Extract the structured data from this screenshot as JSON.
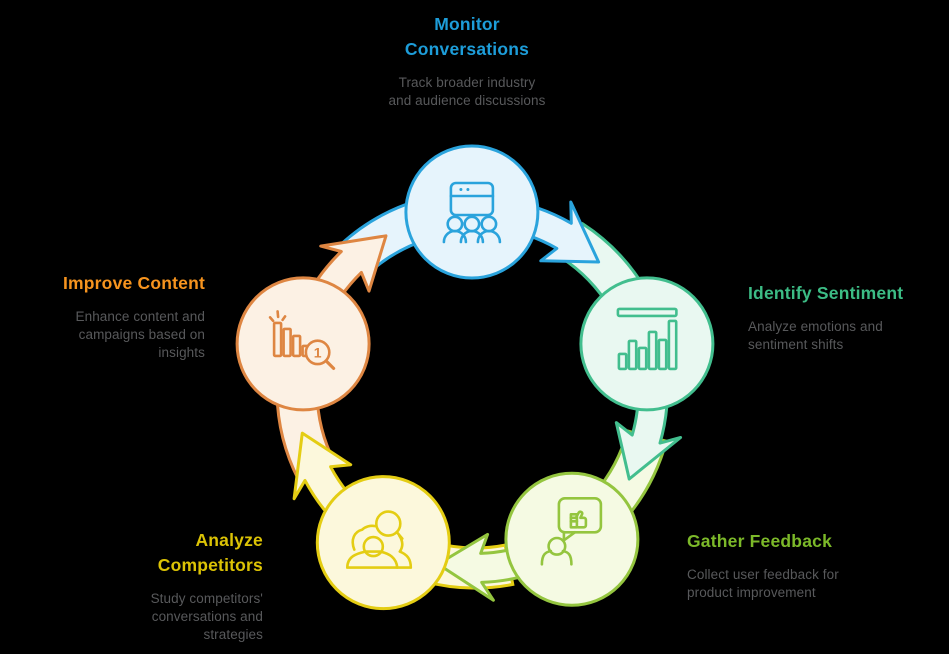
{
  "background": "#000000",
  "description_color": "#58595B",
  "diagram": {
    "nodes": [
      {
        "id": "monitor-conversations",
        "title": "Monitor\nConversations",
        "description": "Track broader industry\nand audience discussions",
        "title_color": "#1D9DD9",
        "stroke": "#2AA3DC",
        "fill": "#E6F4FC",
        "icon": "audience-browser-icon"
      },
      {
        "id": "identify-sentiment",
        "title": "Identify Sentiment",
        "description": "Analyze emotions and\nsentiment shifts",
        "title_color": "#3CBC85",
        "stroke": "#42BE8E",
        "fill": "#E9F8F1",
        "icon": "bar-chart-icon"
      },
      {
        "id": "gather-feedback",
        "title": "Gather Feedback",
        "description": "Collect user feedback for\nproduct improvement",
        "title_color": "#7CB929",
        "stroke": "#94C53F",
        "fill": "#F5FAE3",
        "icon": "user-feedback-bubble-icon"
      },
      {
        "id": "analyze-competitors",
        "title": "Analyze\nCompetitors",
        "description": "Study competitors'\nconversations and\nstrategies",
        "title_color": "#DCC305",
        "stroke": "#E4CD13",
        "fill": "#FCF8DC",
        "icon": "people-magnifier-icon"
      },
      {
        "id": "improve-content",
        "title": "Improve Content",
        "description": "Enhance content and\ncampaigns based on\ninsights",
        "title_color": "#F7941E",
        "stroke": "#DE8642",
        "fill": "#FCF1E4",
        "icon": "chart-magnifier-icon",
        "icon_label": "1"
      }
    ]
  }
}
